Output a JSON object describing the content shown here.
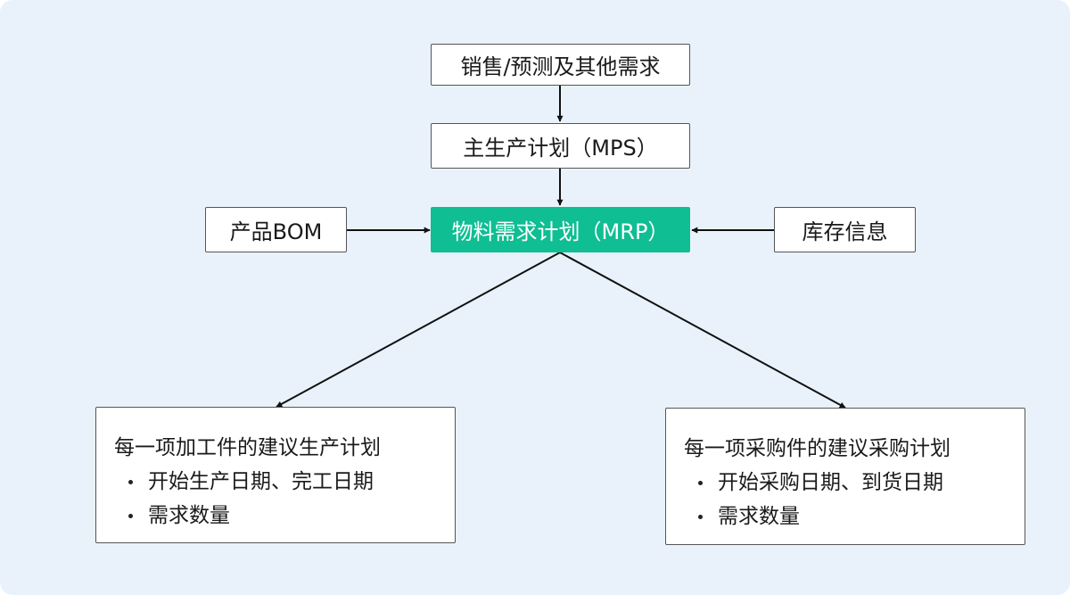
{
  "nodes": {
    "sales": "销售/预测及其他需求",
    "mps": "主生产计划（MPS）",
    "mrp": "物料需求计划（MRP）",
    "bom": "产品BOM",
    "inventory": "库存信息"
  },
  "outputs": {
    "production": {
      "heading": "每一项加工件的建议生产计划",
      "items": [
        "开始生产日期、完工日期",
        "需求数量"
      ]
    },
    "purchase": {
      "heading": "每一项采购件的建议采购计划",
      "items": [
        "开始采购日期、到货日期",
        "需求数量"
      ]
    }
  },
  "colors": {
    "background": "#e9f2fb",
    "accent": "#0fbe93",
    "line": "#111111"
  }
}
